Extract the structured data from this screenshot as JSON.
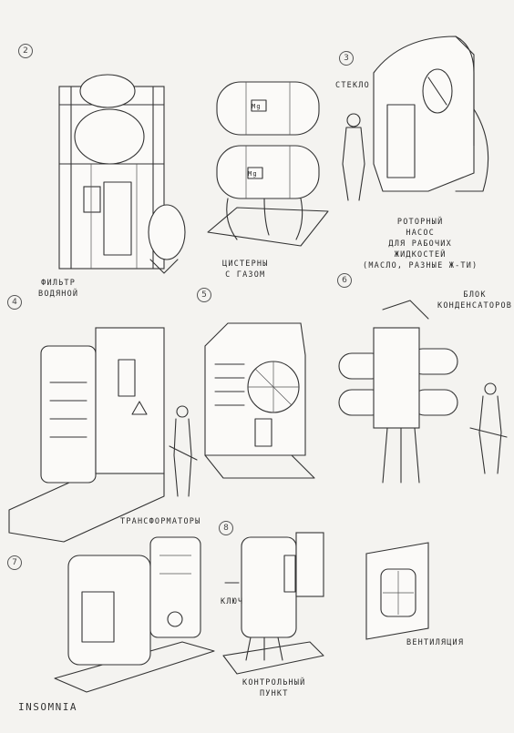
{
  "sketches": [
    {
      "number": "2",
      "caption": "ФИЛЬТР\nВОДЯНОЙ"
    },
    {
      "number": "",
      "caption": "ЦИСТЕРНЫ\nС ГАЗОМ",
      "tank_marks": [
        "Mg",
        "Mg"
      ]
    },
    {
      "number": "3",
      "caption": "РОТОРНЫЙ\nНАСОС\nДЛЯ РАБОЧИХ\nЖИДКОСТЕЙ\n(МАСЛО, РАЗНЫЕ Ж-ТИ)",
      "callout": "СТЕКЛО"
    },
    {
      "number": "4",
      "caption": "ТРАНСФОРМАТОРЫ"
    },
    {
      "number": "5",
      "caption": ""
    },
    {
      "number": "6",
      "caption": "БЛОК\nКОНДЕНСАТОРОВ"
    },
    {
      "number": "7",
      "caption": ""
    },
    {
      "number": "8",
      "caption": "КОНТРОЛЬНЫЙ\nПУНКТ",
      "callout": "КЛЮЧ"
    },
    {
      "number": "",
      "caption": "ВЕНТИЛЯЦИЯ"
    }
  ],
  "signature": "INSOMNIA"
}
